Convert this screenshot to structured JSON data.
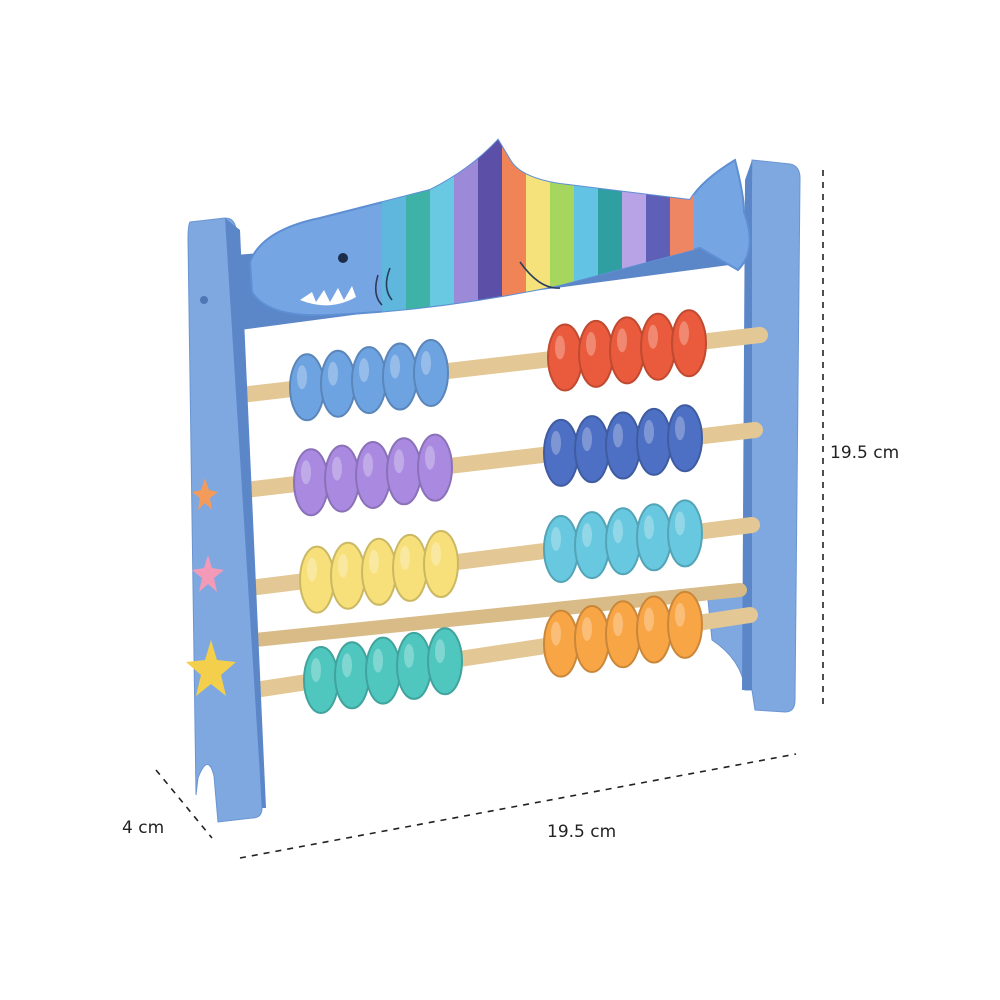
{
  "dimensions": {
    "height": "19.5 cm",
    "width": "19.5 cm",
    "depth": "4 cm"
  },
  "colors": {
    "frame": "#7fa8e0",
    "frame_dark": "#5b86c8",
    "rod": "#e6cfa1",
    "shark_stripes": [
      "#5fb7dd",
      "#3fb2a8",
      "#69c9e2",
      "#9c8ad8",
      "#5b4fa8",
      "#f08457",
      "#f5e27a",
      "#a7d65f",
      "#63c3e5",
      "#2f9fa2",
      "#b7a3e6",
      "#5e5fb6",
      "#ee8563"
    ],
    "beads_rows": [
      [
        "#6ea3e2",
        "#ea5a3c"
      ],
      [
        "#a98ae0",
        "#4d70c4"
      ],
      [
        "#f7e07a",
        "#67c8df"
      ],
      [
        "#4fc7bf",
        "#f8a546"
      ]
    ]
  },
  "icons": [
    "shark-icon",
    "starfish-icon",
    "star-icon"
  ]
}
